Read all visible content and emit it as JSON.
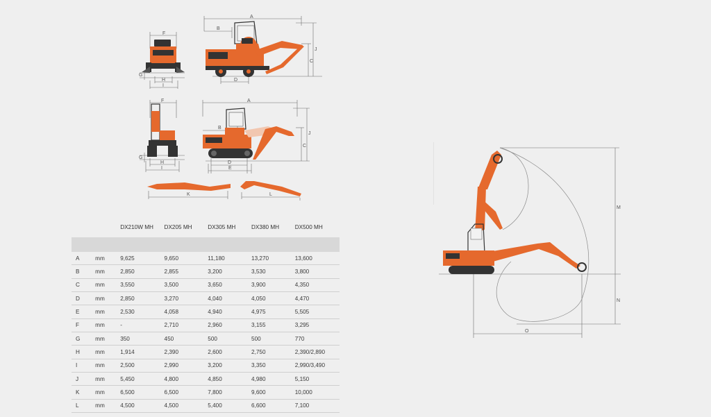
{
  "dimension_letters": {
    "A": "A",
    "B": "B",
    "C": "C",
    "D": "D",
    "E": "E",
    "F": "F",
    "G": "G",
    "H": "H",
    "I": "I",
    "J": "J",
    "K": "K",
    "L": "L",
    "M": "M",
    "N": "N",
    "O": "O"
  },
  "colors": {
    "machine_orange": "#e5692d",
    "machine_dark": "#333333",
    "line": "#6b6b6b",
    "band": "#d8d8d8"
  },
  "table": {
    "columns": [
      "",
      "",
      "DX210W MH",
      "DX205 MH",
      "DX305 MH",
      "DX380 MH",
      "DX500 MH"
    ],
    "rows": [
      {
        "key": "A",
        "unit": "mm",
        "values": [
          "9,625",
          "9,650",
          "11,180",
          "13,270",
          "13,600"
        ]
      },
      {
        "key": "B",
        "unit": "mm",
        "values": [
          "2,850",
          "2,855",
          "3,200",
          "3,530",
          "3,800"
        ]
      },
      {
        "key": "C",
        "unit": "mm",
        "values": [
          "3,550",
          "3,500",
          "3,650",
          "3,900",
          "4,350"
        ]
      },
      {
        "key": "D",
        "unit": "mm",
        "values": [
          "2,850",
          "3,270",
          "4,040",
          "4,050",
          "4,470"
        ]
      },
      {
        "key": "E",
        "unit": "mm",
        "values": [
          "2,530",
          "4,058",
          "4,940",
          "4,975",
          "5,505"
        ]
      },
      {
        "key": "F",
        "unit": "mm",
        "values": [
          "-",
          "2,710",
          "2,960",
          "3,155",
          "3,295"
        ]
      },
      {
        "key": "G",
        "unit": "mm",
        "values": [
          "350",
          "450",
          "500",
          "500",
          "770"
        ]
      },
      {
        "key": "H",
        "unit": "mm",
        "values": [
          "1,914",
          "2,390",
          "2,600",
          "2,750",
          "2,390/2,890"
        ]
      },
      {
        "key": "I",
        "unit": "mm",
        "values": [
          "2,500",
          "2,990",
          "3,200",
          "3,350",
          "2,990/3,490"
        ]
      },
      {
        "key": "J",
        "unit": "mm",
        "values": [
          "5,450",
          "4,800",
          "4,850",
          "4,980",
          "5,150"
        ]
      },
      {
        "key": "K",
        "unit": "mm",
        "values": [
          "6,500",
          "6,500",
          "7,800",
          "9,600",
          "10,000"
        ]
      },
      {
        "key": "L",
        "unit": "mm",
        "values": [
          "4,500",
          "4,500",
          "5,400",
          "6,600",
          "7,100"
        ]
      }
    ]
  }
}
